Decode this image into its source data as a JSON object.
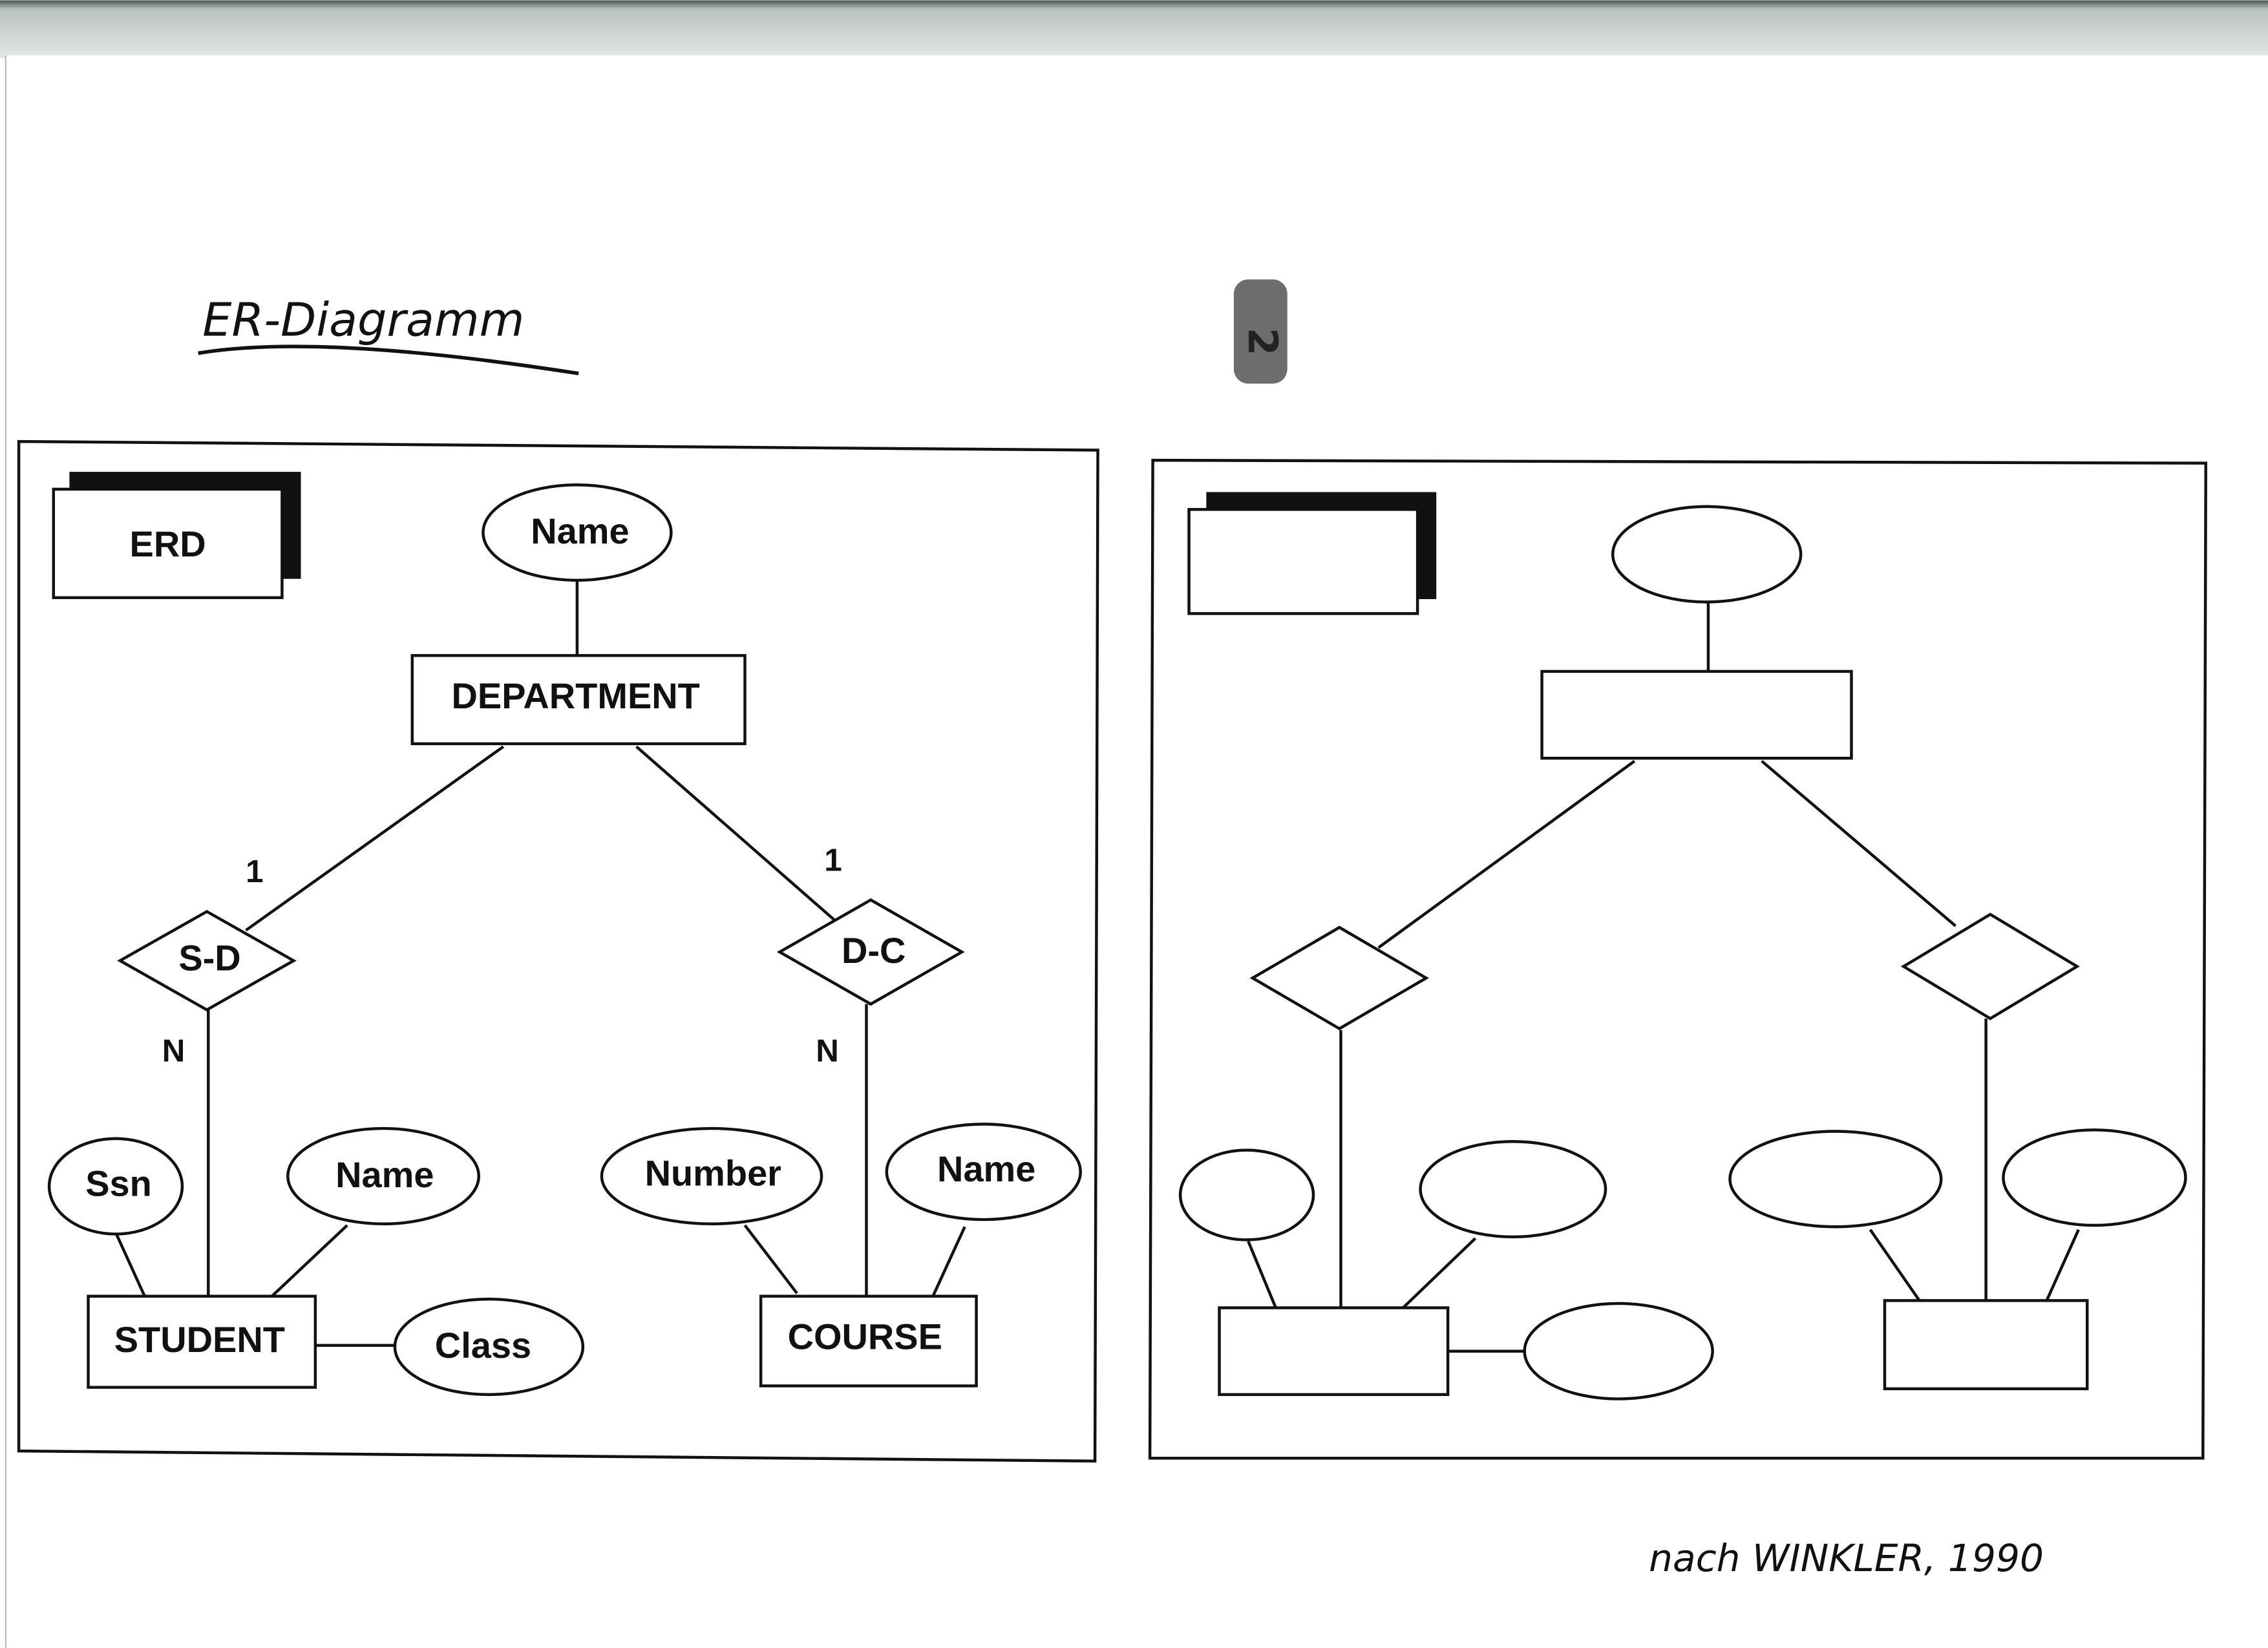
{
  "page": {
    "title": "ER-Diagramm",
    "page_mark": "2",
    "credit": "nach WINKLER, 1990"
  },
  "left_panel": {
    "tag": "ERD",
    "department": {
      "label": "DEPARTMENT",
      "attribute": "Name"
    },
    "relationships": [
      {
        "label": "S-D",
        "card_top": "1",
        "card_bottom": "N"
      },
      {
        "label": "D-C",
        "card_top": "1",
        "card_bottom": "N"
      }
    ],
    "student": {
      "label": "STUDENT",
      "attributes": [
        "Ssn",
        "Name",
        "Class"
      ]
    },
    "course": {
      "label": "COURSE",
      "attributes": [
        "Number",
        "Name"
      ]
    }
  },
  "colors": {
    "ink": "#111111",
    "paper": "#ffffff",
    "scanner_strip": "#9aa4a2"
  }
}
